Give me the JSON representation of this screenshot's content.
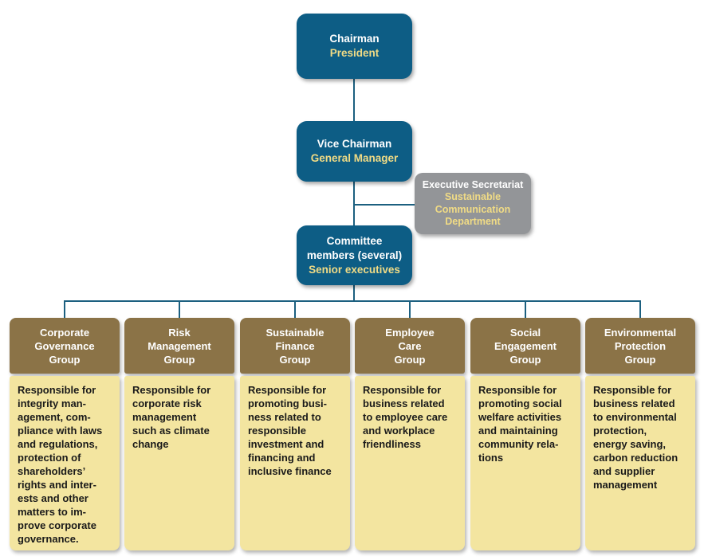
{
  "palette": {
    "teal_box": "#0d5d85",
    "gray_box": "#939598",
    "brown_header": "#8b7347",
    "cream_body": "#f3e5a0",
    "yellow_text": "#f0db85",
    "connector_line": "#1c6080",
    "body_text": "#1a1a1a"
  },
  "nodes": {
    "chairman": {
      "title": "Chairman",
      "subtitle": "President"
    },
    "vice_chairman": {
      "title": "Vice Chairman",
      "subtitle": "General Manager"
    },
    "secretariat": {
      "title": "Executive Secretariat",
      "subtitle": "Sustainable\nCommunication\nDepartment"
    },
    "committee": {
      "title": "Committee\nmembers (several)",
      "subtitle": "Senior executives"
    }
  },
  "groups": [
    {
      "title": "Corporate\nGovernance\nGroup",
      "description": "Responsible for\nintegrity man-\nagement, com-\npliance with laws\nand regulations,\nprotection of\nshareholders’\nrights and inter-\nests and other\nmatters to im-\nprove corporate\ngovernance."
    },
    {
      "title": "Risk\nManagement\nGroup",
      "description": "Responsible for\ncorporate risk\nmanagement\nsuch as climate\nchange"
    },
    {
      "title": "Sustainable\nFinance\nGroup",
      "description": "Responsible for\npromoting busi-\nness related to\nresponsible\ninvestment and\nfinancing and\ninclusive finance"
    },
    {
      "title": "Employee\nCare\nGroup",
      "description": "Responsible for\nbusiness related\nto employee care\nand workplace\nfriendliness"
    },
    {
      "title": "Social\nEngagement\nGroup",
      "description": "Responsible for\npromoting social\nwelfare activities\nand maintaining\ncommunity rela-\ntions"
    },
    {
      "title": "Environmental\nProtection\nGroup",
      "description": "Responsible for\nbusiness related\nto environmental\nprotection,\nenergy saving,\ncarbon reduction\nand supplier\nmanagement"
    }
  ]
}
